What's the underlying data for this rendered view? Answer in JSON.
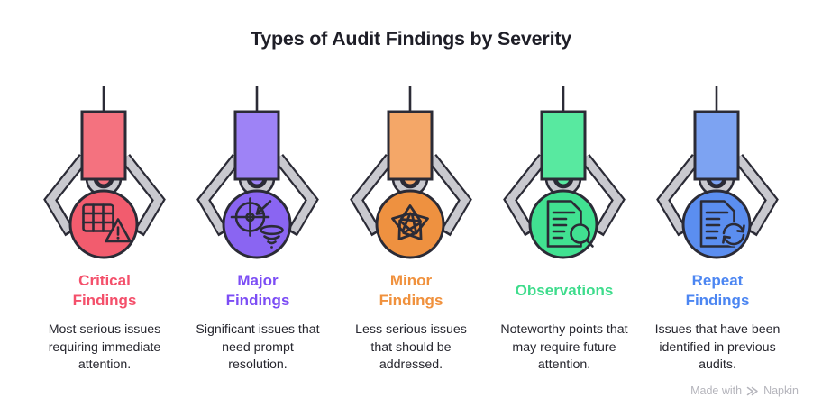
{
  "title": "Types of Audit Findings by Severity",
  "colors": {
    "outline": "#2b2b36",
    "claw_gray": "#c9c9cf",
    "text": "#26262e",
    "watermark": "#b5b5bc",
    "background": "#ffffff"
  },
  "columns": [
    {
      "id": "critical",
      "title": "Critical\nFindings",
      "description": "Most serious issues requiring immediate attention.",
      "accent": "#f4506b",
      "body_color": "#f4727f",
      "ball_color": "#f25c6e",
      "icon": "table-warning-icon"
    },
    {
      "id": "major",
      "title": "Major\nFindings",
      "description": "Significant issues that need prompt resolution.",
      "accent": "#7c4df5",
      "body_color": "#9e83f6",
      "ball_color": "#8a65f2",
      "icon": "target-impact-icon"
    },
    {
      "id": "minor",
      "title": "Minor\nFindings",
      "description": "Less serious issues that should be addressed.",
      "accent": "#f0913d",
      "body_color": "#f4a768",
      "ball_color": "#ee9140",
      "icon": "shutter-icon"
    },
    {
      "id": "observations",
      "title": "Observations",
      "description": "Noteworthy points that may require future attention.",
      "accent": "#3edc8c",
      "body_color": "#58e9a0",
      "ball_color": "#41e191",
      "icon": "document-search-icon"
    },
    {
      "id": "repeat",
      "title": "Repeat\nFindings",
      "description": "Issues that have been identified in previous audits.",
      "accent": "#4c86f2",
      "body_color": "#7da3f2",
      "ball_color": "#5b8ef0",
      "icon": "document-refresh-icon"
    }
  ],
  "watermark": {
    "prefix": "Made with",
    "brand": "Napkin"
  }
}
